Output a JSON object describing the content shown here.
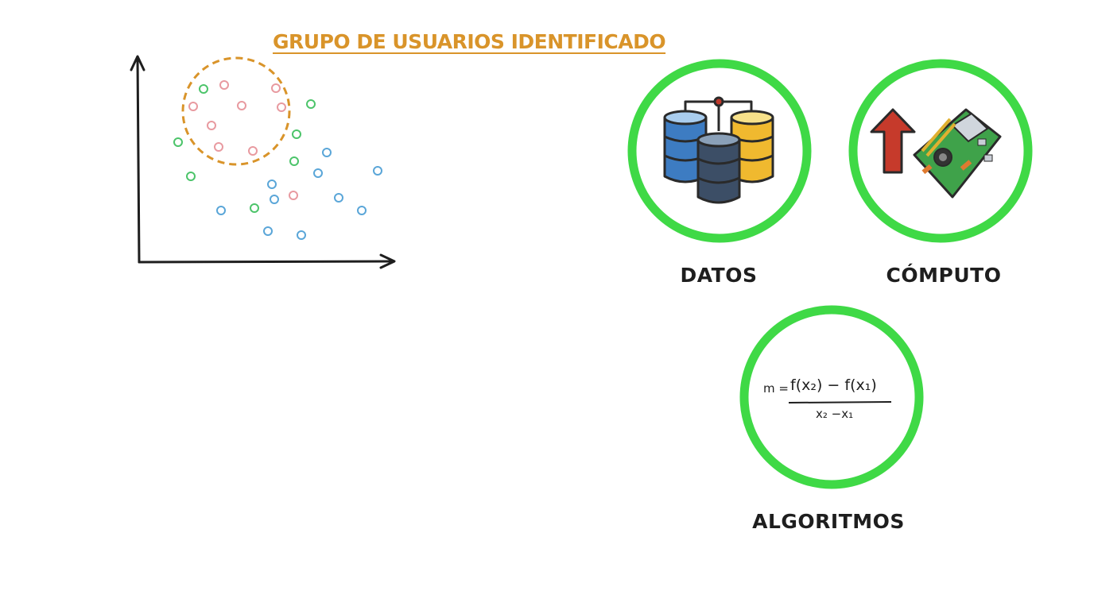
{
  "scatter": {
    "title": "GRUPO DE USUARIOS IDENTIFICADO",
    "colors": {
      "pink": "#e89aa0",
      "green": "#4cc46a",
      "blue": "#5aa6d8",
      "cluster": "#d9942a"
    }
  },
  "pillars": [
    {
      "label": "DATOS",
      "icon": "database-icon"
    },
    {
      "label": "CÓMPUTO",
      "icon": "motherboard-icon"
    },
    {
      "label": "ALGORITMOS",
      "icon": "formula-icon"
    }
  ],
  "formula": {
    "lhs": "m =",
    "numerator": "f(x₂) − f(x₁)",
    "denominator": "x₂ −x₁"
  },
  "accent_color": "#3fd946"
}
